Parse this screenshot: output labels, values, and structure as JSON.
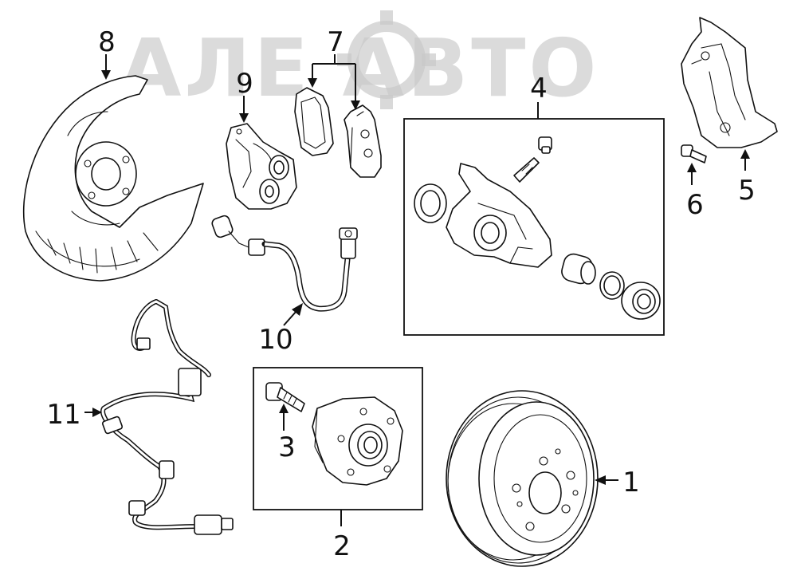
{
  "watermark": {
    "text": "АЛЕ  АВТО",
    "color": "#bdbdbd"
  },
  "callouts": {
    "c1": "1",
    "c2": "2",
    "c3": "3",
    "c4": "4",
    "c5": "5",
    "c6": "6",
    "c7": "7",
    "c8": "8",
    "c9": "9",
    "c10": "10",
    "c11": "11"
  },
  "colors": {
    "line": "#111111",
    "background": "#ffffff"
  }
}
